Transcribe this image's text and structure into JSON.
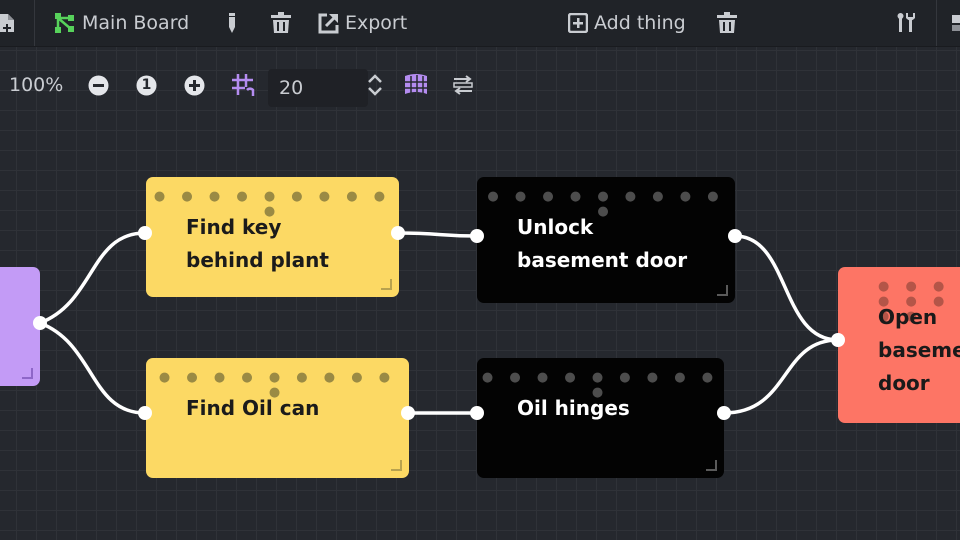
{
  "toolbar": {
    "main_board_label": "Main Board",
    "export_label": "Export",
    "add_thing_label": "Add thing"
  },
  "zoom": {
    "level": "100%",
    "reset_label": "1",
    "snap_value": "20"
  },
  "nodes": {
    "find_key": {
      "line1": "Find key",
      "line2": "behind plant"
    },
    "find_oil": {
      "line1": "Find Oil can"
    },
    "unlock": {
      "line1": "Unlock",
      "line2": "basement door"
    },
    "oil_hinges": {
      "line1": "Oil hinges"
    },
    "open_door": {
      "line1": "Open",
      "line2": "baseme",
      "line3": "door"
    },
    "drag_dots": "● ● ● ● ● ● ● ● ● ●"
  },
  "colors": {
    "node_yellow": "#fcd964",
    "node_black": "#030303",
    "node_salmon": "#fd7565",
    "node_purple": "#c39bf6",
    "board_icon_green": "#57d25b",
    "grid_icon_purple": "#b48cf0",
    "wire": "#ffffff"
  }
}
